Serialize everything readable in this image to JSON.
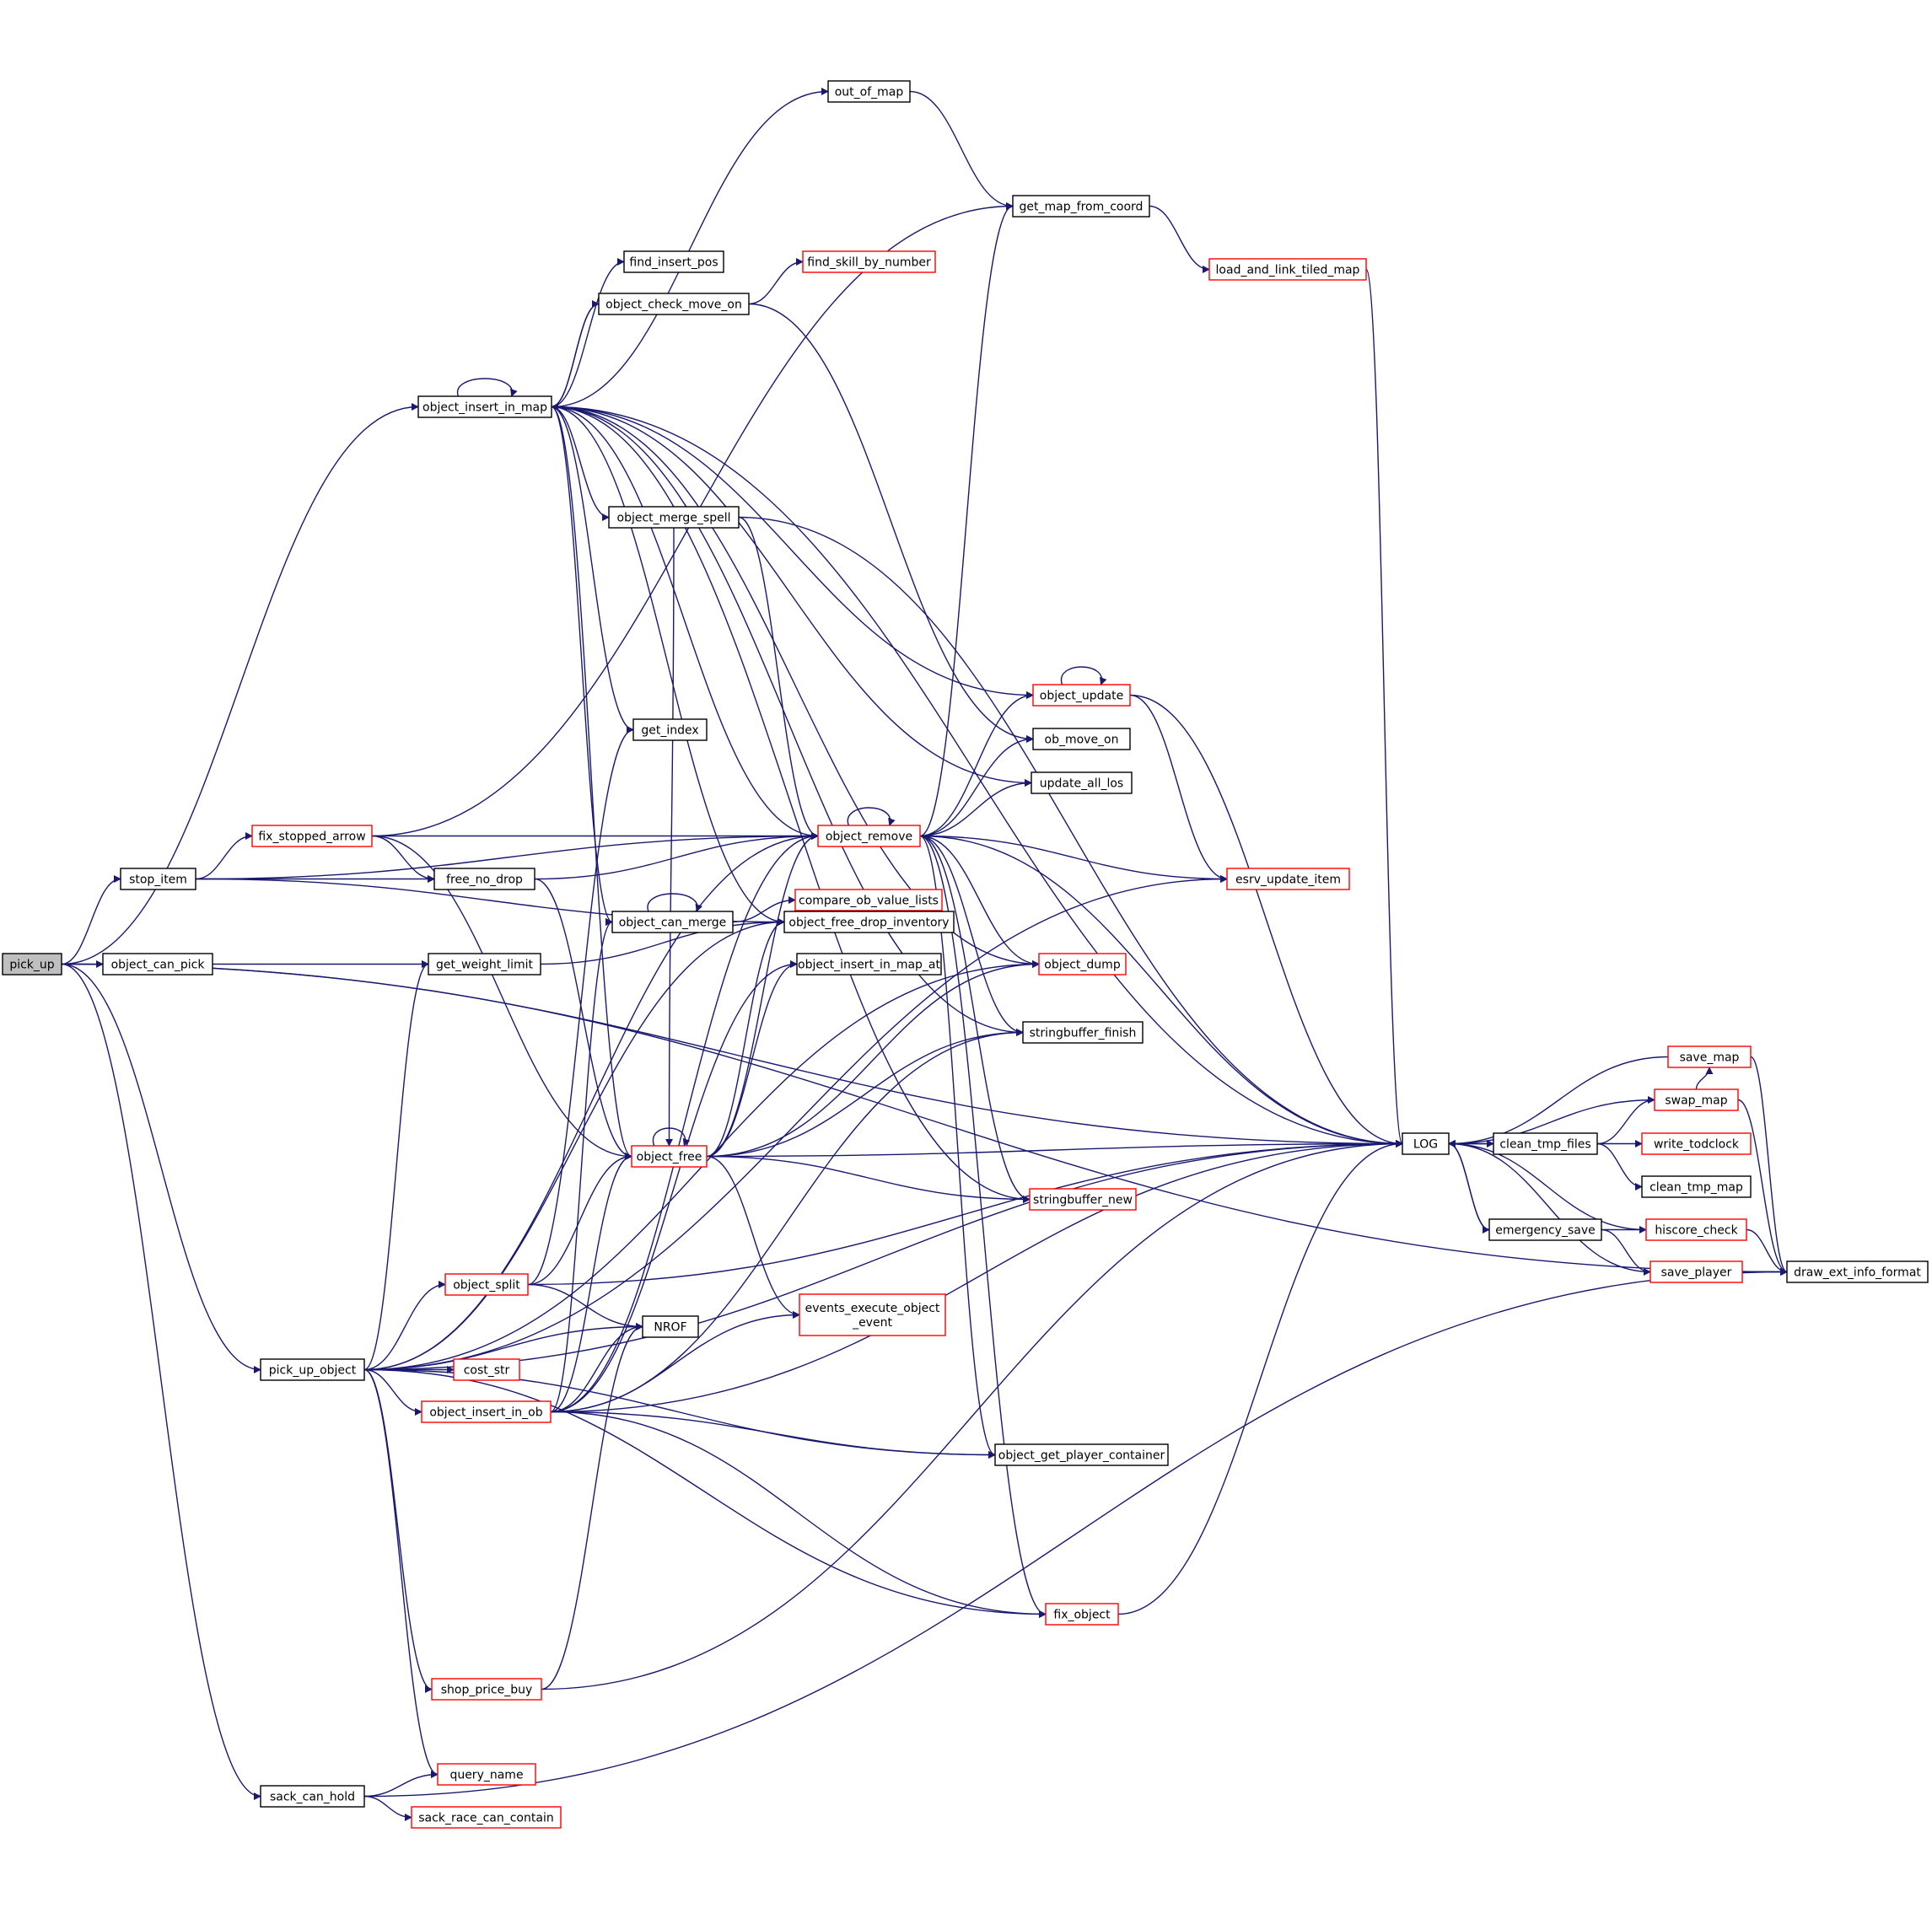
{
  "colors": {
    "edge": "#191970",
    "node_default_border": "#000000",
    "node_truncated_border": "#ff0000",
    "node_root_fill": "#bfbfbf",
    "node_fill": "#ffffff"
  },
  "nodes": [
    {
      "id": "pick_up",
      "label": "pick_up",
      "style": "root"
    },
    {
      "id": "object_can_pick",
      "label": "object_can_pick",
      "style": "normal"
    },
    {
      "id": "stop_item",
      "label": "stop_item",
      "style": "normal"
    },
    {
      "id": "pick_up_object",
      "label": "pick_up_object",
      "style": "normal"
    },
    {
      "id": "sack_can_hold",
      "label": "sack_can_hold",
      "style": "normal"
    },
    {
      "id": "object_insert_in_map",
      "label": "object_insert_in_map",
      "style": "normal"
    },
    {
      "id": "fix_stopped_arrow",
      "label": "fix_stopped_arrow",
      "style": "truncated"
    },
    {
      "id": "free_no_drop",
      "label": "free_no_drop",
      "style": "normal"
    },
    {
      "id": "get_weight_limit",
      "label": "get_weight_limit",
      "style": "normal"
    },
    {
      "id": "object_split",
      "label": "object_split",
      "style": "truncated"
    },
    {
      "id": "cost_str",
      "label": "cost_str",
      "style": "truncated"
    },
    {
      "id": "object_insert_in_ob",
      "label": "object_insert_in_ob",
      "style": "truncated"
    },
    {
      "id": "shop_price_buy",
      "label": "shop_price_buy",
      "style": "truncated"
    },
    {
      "id": "query_name",
      "label": "query_name",
      "style": "truncated"
    },
    {
      "id": "sack_race_can_contain",
      "label": "sack_race_can_contain",
      "style": "truncated"
    },
    {
      "id": "out_of_map",
      "label": "out_of_map",
      "style": "normal"
    },
    {
      "id": "find_insert_pos",
      "label": "find_insert_pos",
      "style": "normal"
    },
    {
      "id": "object_check_move_on",
      "label": "object_check_move_on",
      "style": "normal"
    },
    {
      "id": "object_merge_spell",
      "label": "object_merge_spell",
      "style": "normal"
    },
    {
      "id": "get_index",
      "label": "get_index",
      "style": "normal"
    },
    {
      "id": "object_can_merge",
      "label": "object_can_merge",
      "style": "normal"
    },
    {
      "id": "object_free",
      "label": "object_free",
      "style": "truncated"
    },
    {
      "id": "NROF",
      "label": "NROF",
      "style": "normal"
    },
    {
      "id": "find_skill_by_number",
      "label": "find_skill_by_number",
      "style": "truncated"
    },
    {
      "id": "object_remove",
      "label": "object_remove",
      "style": "truncated"
    },
    {
      "id": "compare_ob_value_lists",
      "label": "compare_ob_value_lists",
      "style": "truncated"
    },
    {
      "id": "object_free_drop_inventory",
      "label": "object_free_drop_inventory",
      "style": "normal"
    },
    {
      "id": "object_insert_in_map_at",
      "label": "object_insert_in_map_at",
      "style": "normal"
    },
    {
      "id": "events_execute_object_event",
      "label": "events_execute_object\n_event",
      "style": "truncated"
    },
    {
      "id": "get_map_from_coord",
      "label": "get_map_from_coord",
      "style": "normal"
    },
    {
      "id": "object_update",
      "label": "object_update",
      "style": "truncated"
    },
    {
      "id": "ob_move_on",
      "label": "ob_move_on",
      "style": "normal"
    },
    {
      "id": "update_all_los",
      "label": "update_all_los",
      "style": "normal"
    },
    {
      "id": "object_dump",
      "label": "object_dump",
      "style": "truncated"
    },
    {
      "id": "stringbuffer_finish",
      "label": "stringbuffer_finish",
      "style": "normal"
    },
    {
      "id": "stringbuffer_new",
      "label": "stringbuffer_new",
      "style": "truncated"
    },
    {
      "id": "object_get_player_container",
      "label": "object_get_player_container",
      "style": "normal"
    },
    {
      "id": "fix_object",
      "label": "fix_object",
      "style": "truncated"
    },
    {
      "id": "load_and_link_tiled_map",
      "label": "load_and_link_tiled_map",
      "style": "truncated"
    },
    {
      "id": "esrv_update_item",
      "label": "esrv_update_item",
      "style": "truncated"
    },
    {
      "id": "LOG",
      "label": "LOG",
      "style": "normal"
    },
    {
      "id": "clean_tmp_files",
      "label": "clean_tmp_files",
      "style": "normal"
    },
    {
      "id": "emergency_save",
      "label": "emergency_save",
      "style": "normal"
    },
    {
      "id": "save_map",
      "label": "save_map",
      "style": "truncated"
    },
    {
      "id": "swap_map",
      "label": "swap_map",
      "style": "truncated"
    },
    {
      "id": "write_todclock",
      "label": "write_todclock",
      "style": "truncated"
    },
    {
      "id": "clean_tmp_map",
      "label": "clean_tmp_map",
      "style": "normal"
    },
    {
      "id": "hiscore_check",
      "label": "hiscore_check",
      "style": "truncated"
    },
    {
      "id": "save_player",
      "label": "save_player",
      "style": "truncated"
    },
    {
      "id": "draw_ext_info_format",
      "label": "draw_ext_info_format",
      "style": "normal"
    }
  ],
  "edges": [
    [
      "pick_up",
      "object_can_pick"
    ],
    [
      "pick_up",
      "stop_item"
    ],
    [
      "pick_up",
      "pick_up_object"
    ],
    [
      "pick_up",
      "sack_can_hold"
    ],
    [
      "pick_up",
      "object_insert_in_map"
    ],
    [
      "pick_up",
      "LOG"
    ],
    [
      "pick_up",
      "draw_ext_info_format"
    ],
    [
      "object_can_pick",
      "get_weight_limit"
    ],
    [
      "stop_item",
      "fix_stopped_arrow"
    ],
    [
      "stop_item",
      "free_no_drop"
    ],
    [
      "stop_item",
      "object_remove"
    ],
    [
      "stop_item",
      "object_free_drop_inventory"
    ],
    [
      "fix_stopped_arrow",
      "get_map_from_coord"
    ],
    [
      "fix_stopped_arrow",
      "free_no_drop"
    ],
    [
      "fix_stopped_arrow",
      "object_remove"
    ],
    [
      "fix_stopped_arrow",
      "object_free"
    ],
    [
      "free_no_drop",
      "object_remove"
    ],
    [
      "free_no_drop",
      "object_free"
    ],
    [
      "get_weight_limit",
      "object_free_drop_inventory"
    ],
    [
      "object_insert_in_map",
      "object_insert_in_map"
    ],
    [
      "object_insert_in_map",
      "out_of_map"
    ],
    [
      "object_insert_in_map",
      "find_insert_pos"
    ],
    [
      "object_insert_in_map",
      "object_check_move_on"
    ],
    [
      "object_insert_in_map",
      "object_merge_spell"
    ],
    [
      "object_insert_in_map",
      "get_index"
    ],
    [
      "object_insert_in_map",
      "object_can_merge"
    ],
    [
      "object_insert_in_map",
      "object_free"
    ],
    [
      "object_insert_in_map",
      "object_remove"
    ],
    [
      "object_insert_in_map",
      "object_update"
    ],
    [
      "object_insert_in_map",
      "update_all_los"
    ],
    [
      "object_insert_in_map",
      "object_dump"
    ],
    [
      "object_insert_in_map",
      "stringbuffer_finish"
    ],
    [
      "object_insert_in_map",
      "stringbuffer_new"
    ],
    [
      "object_insert_in_map",
      "LOG"
    ],
    [
      "object_insert_in_map",
      "object_free_drop_inventory"
    ],
    [
      "object_check_move_on",
      "find_skill_by_number"
    ],
    [
      "object_check_move_on",
      "ob_move_on"
    ],
    [
      "object_check_move_on",
      "object_insert_in_map"
    ],
    [
      "object_merge_spell",
      "object_remove"
    ],
    [
      "object_merge_spell",
      "object_free"
    ],
    [
      "object_merge_spell",
      "LOG"
    ],
    [
      "out_of_map",
      "get_map_from_coord"
    ],
    [
      "get_map_from_coord",
      "load_and_link_tiled_map"
    ],
    [
      "load_and_link_tiled_map",
      "LOG"
    ],
    [
      "object_can_merge",
      "object_can_merge"
    ],
    [
      "object_can_merge",
      "compare_ob_value_lists"
    ],
    [
      "object_remove",
      "object_remove"
    ],
    [
      "object_remove",
      "object_update"
    ],
    [
      "object_remove",
      "ob_move_on"
    ],
    [
      "object_remove",
      "update_all_los"
    ],
    [
      "object_remove",
      "esrv_update_item"
    ],
    [
      "object_remove",
      "object_dump"
    ],
    [
      "object_remove",
      "stringbuffer_finish"
    ],
    [
      "object_remove",
      "stringbuffer_new"
    ],
    [
      "object_remove",
      "object_get_player_container"
    ],
    [
      "object_remove",
      "fix_object"
    ],
    [
      "object_remove",
      "get_map_from_coord"
    ],
    [
      "object_remove",
      "LOG"
    ],
    [
      "object_update",
      "object_update"
    ],
    [
      "object_update",
      "esrv_update_item"
    ],
    [
      "object_update",
      "LOG"
    ],
    [
      "object_free",
      "object_free"
    ],
    [
      "object_free",
      "object_remove"
    ],
    [
      "object_free",
      "object_free_drop_inventory"
    ],
    [
      "object_free",
      "object_insert_in_map_at"
    ],
    [
      "object_free",
      "object_dump"
    ],
    [
      "object_free",
      "stringbuffer_finish"
    ],
    [
      "object_free",
      "stringbuffer_new"
    ],
    [
      "object_free",
      "events_execute_object_event"
    ],
    [
      "object_free",
      "LOG"
    ],
    [
      "pick_up_object",
      "get_weight_limit"
    ],
    [
      "pick_up_object",
      "object_split"
    ],
    [
      "pick_up_object",
      "NROF"
    ],
    [
      "pick_up_object",
      "cost_str"
    ],
    [
      "pick_up_object",
      "object_insert_in_ob"
    ],
    [
      "pick_up_object",
      "shop_price_buy"
    ],
    [
      "pick_up_object",
      "query_name"
    ],
    [
      "pick_up_object",
      "object_get_player_container"
    ],
    [
      "pick_up_object",
      "fix_object"
    ],
    [
      "pick_up_object",
      "object_remove"
    ],
    [
      "pick_up_object",
      "object_free_drop_inventory"
    ],
    [
      "pick_up_object",
      "esrv_update_item"
    ],
    [
      "pick_up_object",
      "object_dump"
    ],
    [
      "pick_up_object",
      "LOG"
    ],
    [
      "object_split",
      "object_free"
    ],
    [
      "object_split",
      "NROF"
    ],
    [
      "object_split",
      "get_index"
    ],
    [
      "object_split",
      "LOG"
    ],
    [
      "object_insert_in_ob",
      "object_free"
    ],
    [
      "object_insert_in_ob",
      "NROF"
    ],
    [
      "object_insert_in_ob",
      "object_can_merge"
    ],
    [
      "object_insert_in_ob",
      "object_remove"
    ],
    [
      "object_insert_in_ob",
      "object_insert_in_map_at"
    ],
    [
      "object_insert_in_ob",
      "events_execute_object_event"
    ],
    [
      "object_insert_in_ob",
      "object_get_player_container"
    ],
    [
      "object_insert_in_ob",
      "fix_object"
    ],
    [
      "object_insert_in_ob",
      "stringbuffer_finish"
    ],
    [
      "object_insert_in_ob",
      "LOG"
    ],
    [
      "shop_price_buy",
      "NROF"
    ],
    [
      "shop_price_buy",
      "LOG"
    ],
    [
      "sack_can_hold",
      "query_name"
    ],
    [
      "sack_can_hold",
      "sack_race_can_contain"
    ],
    [
      "sack_can_hold",
      "draw_ext_info_format"
    ],
    [
      "fix_object",
      "LOG"
    ],
    [
      "LOG",
      "clean_tmp_files"
    ],
    [
      "LOG",
      "emergency_save"
    ],
    [
      "clean_tmp_files",
      "swap_map"
    ],
    [
      "clean_tmp_files",
      "write_todclock"
    ],
    [
      "clean_tmp_files",
      "clean_tmp_map"
    ],
    [
      "clean_tmp_files",
      "LOG"
    ],
    [
      "swap_map",
      "save_map"
    ],
    [
      "swap_map",
      "LOG"
    ],
    [
      "swap_map",
      "draw_ext_info_format"
    ],
    [
      "save_map",
      "LOG"
    ],
    [
      "save_map",
      "draw_ext_info_format"
    ],
    [
      "emergency_save",
      "hiscore_check"
    ],
    [
      "emergency_save",
      "save_player"
    ],
    [
      "emergency_save",
      "LOG"
    ],
    [
      "hiscore_check",
      "LOG"
    ],
    [
      "hiscore_check",
      "draw_ext_info_format"
    ],
    [
      "save_player",
      "LOG"
    ],
    [
      "save_player",
      "draw_ext_info_format"
    ]
  ]
}
